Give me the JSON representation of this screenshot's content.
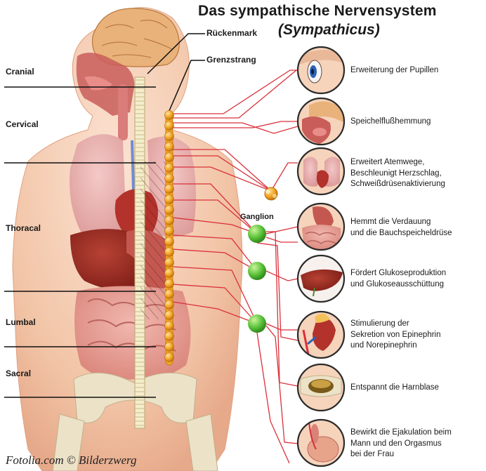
{
  "title": "Das sympathische Nervensystem",
  "subtitle": "(Sympathicus)",
  "labels": {
    "spinal_cord": "Rückenmark",
    "sympathetic_trunk": "Grenzstrang",
    "ganglion": "Ganglion"
  },
  "regions": [
    "Cranial",
    "Cervical",
    "Thoracal",
    "Lumbal",
    "Sacral"
  ],
  "effects": [
    {
      "organ": "eye",
      "lines": [
        "Erweiterung der Pupillen"
      ]
    },
    {
      "organ": "salivary-gland",
      "lines": [
        "Speichelflußhemmung"
      ]
    },
    {
      "organ": "lungs-heart",
      "lines": [
        "Erweitert Atemwege,",
        "Beschleunigt Herzschlag,",
        "Schweißdrüsenaktivierung"
      ]
    },
    {
      "organ": "stomach-intestine",
      "lines": [
        "Hemmt die Verdauung",
        "und die Bauchspeicheldrüse"
      ]
    },
    {
      "organ": "liver",
      "lines": [
        "Fördert Glukoseproduktion",
        "und Glukoseausschüttung"
      ]
    },
    {
      "organ": "adrenal-kidney",
      "lines": [
        "Stimulierung der",
        "Sekretion von Epinephrin",
        "und Norepinephrin"
      ]
    },
    {
      "organ": "bladder",
      "lines": [
        "Entspannt die Harnblase"
      ]
    },
    {
      "organ": "genitals",
      "lines": [
        "Bewirkt die Ejakulation beim",
        "Mann und den Orgasmus",
        "bei der Frau"
      ]
    }
  ],
  "credit": "Fotolia.com © Bilderzwerg",
  "colors": {
    "nerve_line": "#d9303a",
    "ganglion_chain": "#f2a623",
    "ganglion_node": "#5cc23a",
    "skin": "#f4c9ae",
    "circle_border": "#2b2b2b"
  }
}
